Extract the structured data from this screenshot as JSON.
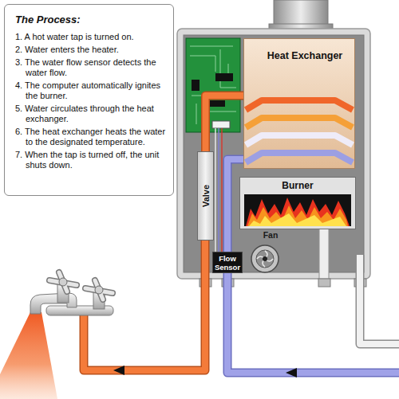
{
  "diagram": {
    "nodes": [
      {
        "text": [
          "The Process:",
          "1. A hot water tap is turned on.",
          "2. Water enters the heater.",
          "3. The water flow sensor detects the water flow.",
          "4. The computer automatically ignites the burner.",
          "5. Water circulates through the heat exchanger.",
          "6. The heat exchanger heats the water to the designated temperature.",
          "7. When the tap is turned off, the unit shuts down."
        ]
      },
      {
        "text": [
          "Heat Exchanger"
        ]
      },
      {
        "text": [
          "Valve"
        ]
      },
      {
        "text": [
          "Burner"
        ]
      },
      {
        "text": [
          "Fan"
        ]
      },
      {
        "text": [
          "Flow Sensor"
        ]
      }
    ],
    "edges": [
      {
        "from": 1,
        "to": 2,
        "arrow": "none"
      },
      {
        "from": 5,
        "to": 1,
        "arrow": "none"
      }
    ]
  }
}
